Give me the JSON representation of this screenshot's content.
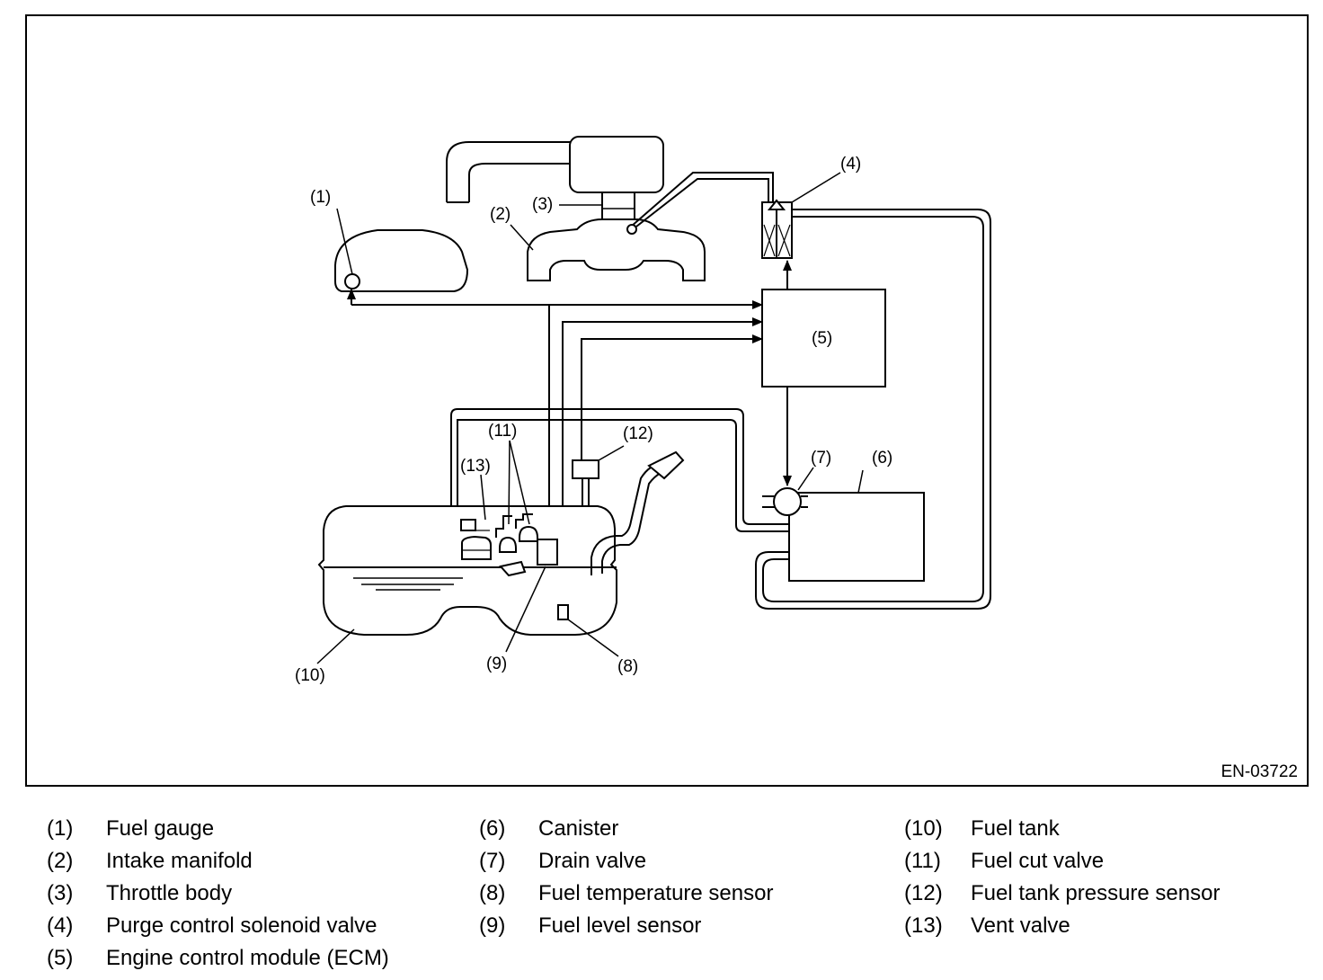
{
  "figure_id": "EN-03722",
  "callouts": {
    "c1": "(1)",
    "c2": "(2)",
    "c3": "(3)",
    "c4": "(4)",
    "c5": "(5)",
    "c6": "(6)",
    "c7": "(7)",
    "c8": "(8)",
    "c9": "(9)",
    "c10": "(10)",
    "c11": "(11)",
    "c12": "(12)",
    "c13": "(13)"
  },
  "legend": [
    {
      "num": "(1)",
      "label": "Fuel gauge"
    },
    {
      "num": "(2)",
      "label": "Intake manifold"
    },
    {
      "num": "(3)",
      "label": "Throttle body"
    },
    {
      "num": "(4)",
      "label": "Purge control solenoid valve"
    },
    {
      "num": "(5)",
      "label": "Engine control module (ECM)"
    },
    {
      "num": "(6)",
      "label": "Canister"
    },
    {
      "num": "(7)",
      "label": "Drain valve"
    },
    {
      "num": "(8)",
      "label": "Fuel temperature sensor"
    },
    {
      "num": "(9)",
      "label": "Fuel level sensor"
    },
    {
      "num": "(10)",
      "label": "Fuel tank"
    },
    {
      "num": "(11)",
      "label": "Fuel cut valve"
    },
    {
      "num": "(12)",
      "label": "Fuel tank pressure sensor"
    },
    {
      "num": "(13)",
      "label": "Vent valve"
    }
  ]
}
